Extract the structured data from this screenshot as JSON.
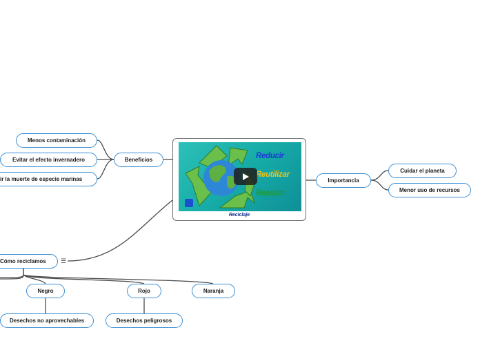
{
  "central": {
    "caption": "Reciclaje",
    "words": [
      "Reducir",
      "Reutilizar",
      "Reciclar"
    ],
    "icons": [
      "recycle-arrows-icon",
      "earth-globe-icon",
      "play-button-icon",
      "menu-icon"
    ]
  },
  "branches": {
    "beneficios": {
      "label": "Beneficios",
      "children": [
        "Menos contaminación",
        "Evitar el efecto invernadero",
        "ir la muerte de especie marinas"
      ]
    },
    "importancia": {
      "label": "Importancia",
      "children": [
        "Cuidar el planeta",
        "Menor uso de recursos"
      ]
    },
    "como": {
      "label": "Cómo reciclamos",
      "children": [
        {
          "label": "Negro",
          "child": "Desechos no aprovechables"
        },
        {
          "label": "Rojo",
          "child": "Desechos peligrosos"
        },
        {
          "label": "Naranja"
        }
      ]
    }
  },
  "colors": {
    "node_border": "#3b8fd6",
    "link": "#555555",
    "caption": "#0b2b8f"
  }
}
